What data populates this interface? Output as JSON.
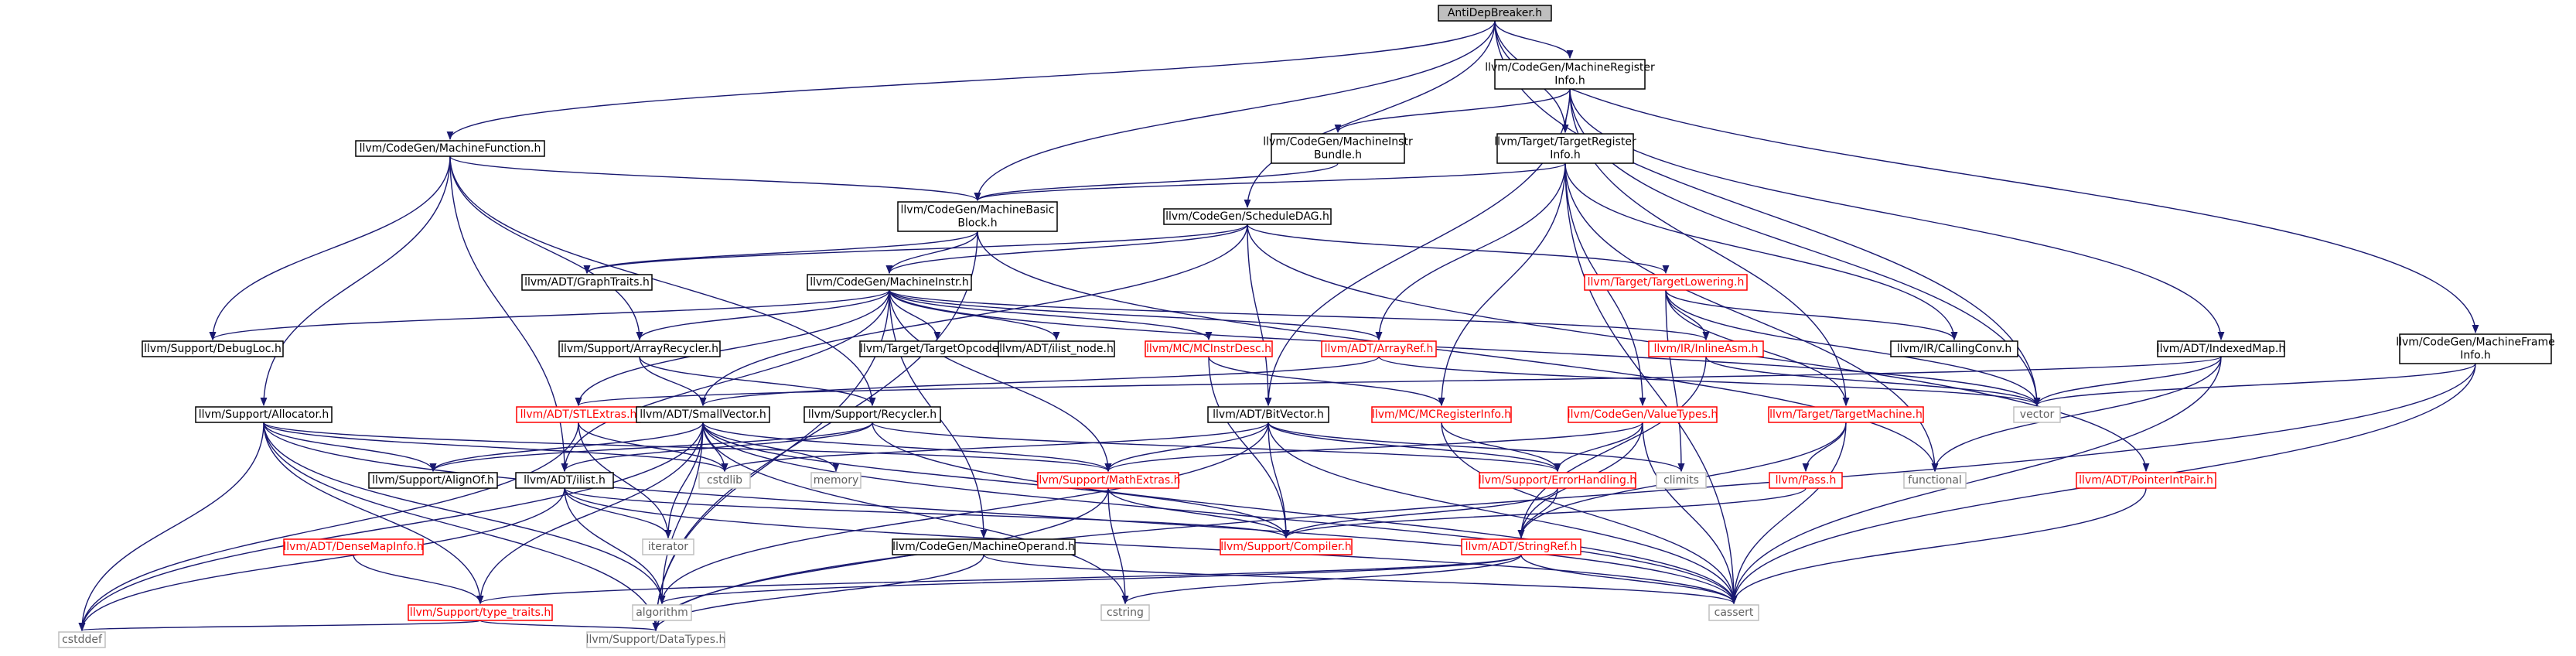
{
  "diagram": {
    "colors": {
      "edge": "#191970",
      "root_fill": "#bfbfbf",
      "node_fill": "#ffffff",
      "normal_border": "#000000",
      "truncated_border": "#ff0000",
      "external_border": "#bfbfbf",
      "normal_text": "#000000",
      "truncated_text": "#ff0000",
      "external_text": "#606060"
    },
    "nodes": [
      {
        "id": "root",
        "lines": [
          "AntiDepBreaker.h"
        ],
        "kind": "root"
      },
      {
        "id": "mri",
        "lines": [
          "llvm/CodeGen/MachineRegister",
          "Info.h"
        ],
        "kind": "normal"
      },
      {
        "id": "mf",
        "lines": [
          "llvm/CodeGen/MachineFunction.h"
        ],
        "kind": "normal"
      },
      {
        "id": "mibundle",
        "lines": [
          "llvm/CodeGen/MachineInstr",
          "Bundle.h"
        ],
        "kind": "normal"
      },
      {
        "id": "tri",
        "lines": [
          "llvm/Target/TargetRegister",
          "Info.h"
        ],
        "kind": "normal"
      },
      {
        "id": "mbb",
        "lines": [
          "llvm/CodeGen/MachineBasic",
          "Block.h"
        ],
        "kind": "normal"
      },
      {
        "id": "sdag",
        "lines": [
          "llvm/CodeGen/ScheduleDAG.h"
        ],
        "kind": "normal"
      },
      {
        "id": "graph",
        "lines": [
          "llvm/ADT/GraphTraits.h"
        ],
        "kind": "normal"
      },
      {
        "id": "mi",
        "lines": [
          "llvm/CodeGen/MachineInstr.h"
        ],
        "kind": "normal"
      },
      {
        "id": "tlower",
        "lines": [
          "llvm/Target/TargetLowering.h"
        ],
        "kind": "truncated"
      },
      {
        "id": "callconv",
        "lines": [
          "llvm/IR/CallingConv.h"
        ],
        "kind": "normal"
      },
      {
        "id": "debugloc",
        "lines": [
          "llvm/Support/DebugLoc.h"
        ],
        "kind": "normal"
      },
      {
        "id": "arecycle",
        "lines": [
          "llvm/Support/ArrayRecycler.h"
        ],
        "kind": "normal"
      },
      {
        "id": "topcodes",
        "lines": [
          "llvm/Target/TargetOpcodes.h"
        ],
        "kind": "normal"
      },
      {
        "id": "ilnode",
        "lines": [
          "llvm/ADT/ilist_node.h"
        ],
        "kind": "normal"
      },
      {
        "id": "mcid",
        "lines": [
          "llvm/MC/MCInstrDesc.h"
        ],
        "kind": "truncated"
      },
      {
        "id": "aref",
        "lines": [
          "llvm/ADT/ArrayRef.h"
        ],
        "kind": "truncated"
      },
      {
        "id": "inlasm",
        "lines": [
          "llvm/IR/InlineAsm.h"
        ],
        "kind": "truncated"
      },
      {
        "id": "imap",
        "lines": [
          "llvm/ADT/IndexedMap.h"
        ],
        "kind": "normal"
      },
      {
        "id": "mfi",
        "lines": [
          "llvm/CodeGen/MachineFrame",
          "Info.h"
        ],
        "kind": "normal"
      },
      {
        "id": "alloc",
        "lines": [
          "llvm/Support/Allocator.h"
        ],
        "kind": "normal"
      },
      {
        "id": "stlex",
        "lines": [
          "llvm/ADT/STLExtras.h"
        ],
        "kind": "truncated"
      },
      {
        "id": "svec",
        "lines": [
          "llvm/ADT/SmallVector.h"
        ],
        "kind": "normal"
      },
      {
        "id": "recycler",
        "lines": [
          "llvm/Support/Recycler.h"
        ],
        "kind": "normal"
      },
      {
        "id": "bitvec",
        "lines": [
          "llvm/ADT/BitVector.h"
        ],
        "kind": "normal"
      },
      {
        "id": "mcreg",
        "lines": [
          "llvm/MC/MCRegisterInfo.h"
        ],
        "kind": "truncated"
      },
      {
        "id": "vtypes",
        "lines": [
          "llvm/CodeGen/ValueTypes.h"
        ],
        "kind": "truncated"
      },
      {
        "id": "tmach",
        "lines": [
          "llvm/Target/TargetMachine.h"
        ],
        "kind": "truncated"
      },
      {
        "id": "vector",
        "lines": [
          "vector"
        ],
        "kind": "external"
      },
      {
        "id": "alignof",
        "lines": [
          "llvm/Support/AlignOf.h"
        ],
        "kind": "normal"
      },
      {
        "id": "ilist",
        "lines": [
          "llvm/ADT/ilist.h"
        ],
        "kind": "normal"
      },
      {
        "id": "cstdlib",
        "lines": [
          "cstdlib"
        ],
        "kind": "external"
      },
      {
        "id": "memory",
        "lines": [
          "memory"
        ],
        "kind": "external"
      },
      {
        "id": "mathex",
        "lines": [
          "llvm/Support/MathExtras.h"
        ],
        "kind": "truncated"
      },
      {
        "id": "climits",
        "lines": [
          "climits"
        ],
        "kind": "external"
      },
      {
        "id": "functional",
        "lines": [
          "functional"
        ],
        "kind": "external"
      },
      {
        "id": "pass",
        "lines": [
          "llvm/Pass.h"
        ],
        "kind": "truncated"
      },
      {
        "id": "pip",
        "lines": [
          "llvm/ADT/PointerIntPair.h"
        ],
        "kind": "truncated"
      },
      {
        "id": "errh",
        "lines": [
          "llvm/Support/ErrorHandling.h"
        ],
        "kind": "truncated"
      },
      {
        "id": "dmi",
        "lines": [
          "llvm/ADT/DenseMapInfo.h"
        ],
        "kind": "truncated"
      },
      {
        "id": "iterator",
        "lines": [
          "iterator"
        ],
        "kind": "external"
      },
      {
        "id": "mop",
        "lines": [
          "llvm/CodeGen/MachineOperand.h"
        ],
        "kind": "normal"
      },
      {
        "id": "compiler",
        "lines": [
          "llvm/Support/Compiler.h"
        ],
        "kind": "truncated"
      },
      {
        "id": "sref",
        "lines": [
          "llvm/ADT/StringRef.h"
        ],
        "kind": "truncated"
      },
      {
        "id": "ttraits",
        "lines": [
          "llvm/Support/type_traits.h"
        ],
        "kind": "truncated"
      },
      {
        "id": "algorithm",
        "lines": [
          "algorithm"
        ],
        "kind": "external"
      },
      {
        "id": "cstring",
        "lines": [
          "cstring"
        ],
        "kind": "external"
      },
      {
        "id": "cassert",
        "lines": [
          "cassert"
        ],
        "kind": "external"
      },
      {
        "id": "cstddef",
        "lines": [
          "cstddef"
        ],
        "kind": "external"
      },
      {
        "id": "dtypes",
        "lines": [
          "llvm/Support/DataTypes.h"
        ],
        "kind": "external"
      }
    ],
    "edges": [
      [
        "root",
        "mri"
      ],
      [
        "root",
        "mf"
      ],
      [
        "root",
        "tri"
      ],
      [
        "root",
        "mbb"
      ],
      [
        "root",
        "sdag"
      ],
      [
        "root",
        "vector"
      ],
      [
        "root",
        "mfi"
      ],
      [
        "mri",
        "mibundle"
      ],
      [
        "mri",
        "tri"
      ],
      [
        "mri",
        "imap"
      ],
      [
        "mri",
        "bitvec"
      ],
      [
        "mri",
        "tmach"
      ],
      [
        "mri",
        "vector"
      ],
      [
        "mf",
        "mbb"
      ],
      [
        "mf",
        "alloc"
      ],
      [
        "mf",
        "arecycle"
      ],
      [
        "mf",
        "recycler"
      ],
      [
        "mf",
        "ilist"
      ],
      [
        "mf",
        "debugloc"
      ],
      [
        "mibundle",
        "mbb"
      ],
      [
        "tri",
        "mbb"
      ],
      [
        "tri",
        "aref"
      ],
      [
        "tri",
        "mcreg"
      ],
      [
        "tri",
        "vtypes"
      ],
      [
        "tri",
        "callconv"
      ],
      [
        "tri",
        "cassert"
      ],
      [
        "tri",
        "functional"
      ],
      [
        "mbb",
        "graph"
      ],
      [
        "mbb",
        "mi"
      ],
      [
        "mbb",
        "functional"
      ],
      [
        "mbb",
        "dtypes"
      ],
      [
        "sdag",
        "mi"
      ],
      [
        "sdag",
        "tlower"
      ],
      [
        "sdag",
        "graph"
      ],
      [
        "sdag",
        "bitvec"
      ],
      [
        "sdag",
        "svec"
      ],
      [
        "sdag",
        "pip"
      ],
      [
        "mi",
        "debugloc"
      ],
      [
        "mi",
        "arecycle"
      ],
      [
        "mi",
        "topcodes"
      ],
      [
        "mi",
        "ilnode"
      ],
      [
        "mi",
        "mcid"
      ],
      [
        "mi",
        "aref"
      ],
      [
        "mi",
        "inlasm"
      ],
      [
        "mi",
        "stlex"
      ],
      [
        "mi",
        "mop"
      ],
      [
        "mi",
        "ilist"
      ],
      [
        "mi",
        "mathex"
      ],
      [
        "mi",
        "vector"
      ],
      [
        "mi",
        "dtypes"
      ],
      [
        "tlower",
        "inlasm"
      ],
      [
        "tlower",
        "callconv"
      ],
      [
        "tlower",
        "tmach"
      ],
      [
        "tlower",
        "climits"
      ],
      [
        "tlower",
        "vector"
      ],
      [
        "arecycle",
        "svec"
      ],
      [
        "arecycle",
        "recycler"
      ],
      [
        "mcid",
        "mcreg"
      ],
      [
        "mcid",
        "compiler"
      ],
      [
        "aref",
        "svec"
      ],
      [
        "aref",
        "vector"
      ],
      [
        "inlasm",
        "sref"
      ],
      [
        "inlasm",
        "vector"
      ],
      [
        "imap",
        "stlex"
      ],
      [
        "imap",
        "vector"
      ],
      [
        "imap",
        "functional"
      ],
      [
        "imap",
        "cassert"
      ],
      [
        "mfi",
        "vector"
      ],
      [
        "mfi",
        "cassert"
      ],
      [
        "mfi",
        "dtypes"
      ],
      [
        "alloc",
        "alignof"
      ],
      [
        "alloc",
        "mathex"
      ],
      [
        "alloc",
        "cstdlib"
      ],
      [
        "alloc",
        "cassert"
      ],
      [
        "alloc",
        "ttraits"
      ],
      [
        "alloc",
        "cstddef"
      ],
      [
        "alloc",
        "dtypes"
      ],
      [
        "alloc",
        "algorithm"
      ],
      [
        "stlex",
        "cstdlib"
      ],
      [
        "stlex",
        "iterator"
      ],
      [
        "stlex",
        "cstddef"
      ],
      [
        "svec",
        "alignof"
      ],
      [
        "svec",
        "compiler"
      ],
      [
        "svec",
        "mathex"
      ],
      [
        "svec",
        "ttraits"
      ],
      [
        "svec",
        "algorithm"
      ],
      [
        "svec",
        "cassert"
      ],
      [
        "svec",
        "cstddef"
      ],
      [
        "svec",
        "cstdlib"
      ],
      [
        "svec",
        "cstring"
      ],
      [
        "svec",
        "iterator"
      ],
      [
        "svec",
        "memory"
      ],
      [
        "recycler",
        "ilist"
      ],
      [
        "recycler",
        "alignof"
      ],
      [
        "recycler",
        "errh"
      ],
      [
        "recycler",
        "cassert"
      ],
      [
        "bitvec",
        "compiler"
      ],
      [
        "bitvec",
        "errh"
      ],
      [
        "bitvec",
        "mathex"
      ],
      [
        "bitvec",
        "algorithm"
      ],
      [
        "bitvec",
        "cassert"
      ],
      [
        "bitvec",
        "climits"
      ],
      [
        "bitvec",
        "cstdlib"
      ],
      [
        "mcreg",
        "errh"
      ],
      [
        "mcreg",
        "cassert"
      ],
      [
        "vtypes",
        "mathex"
      ],
      [
        "vtypes",
        "errh"
      ],
      [
        "vtypes",
        "cassert"
      ],
      [
        "vtypes",
        "sref"
      ],
      [
        "tmach",
        "pass"
      ],
      [
        "tmach",
        "sref"
      ],
      [
        "tmach",
        "cassert"
      ],
      [
        "ilist",
        "compiler"
      ],
      [
        "ilist",
        "algorithm"
      ],
      [
        "ilist",
        "cassert"
      ],
      [
        "ilist",
        "cstddef"
      ],
      [
        "ilist",
        "iterator"
      ],
      [
        "mathex",
        "compiler"
      ],
      [
        "mathex",
        "cstring"
      ],
      [
        "mathex",
        "dtypes"
      ],
      [
        "pass",
        "compiler"
      ],
      [
        "pip",
        "cassert"
      ],
      [
        "errh",
        "compiler"
      ],
      [
        "errh",
        "sref"
      ],
      [
        "dmi",
        "ttraits"
      ],
      [
        "mop",
        "cassert"
      ],
      [
        "mop",
        "dtypes"
      ],
      [
        "sref",
        "ttraits"
      ],
      [
        "sref",
        "algorithm"
      ],
      [
        "sref",
        "cassert"
      ],
      [
        "sref",
        "cstring"
      ],
      [
        "ttraits",
        "cstddef"
      ],
      [
        "ttraits",
        "dtypes"
      ]
    ]
  }
}
